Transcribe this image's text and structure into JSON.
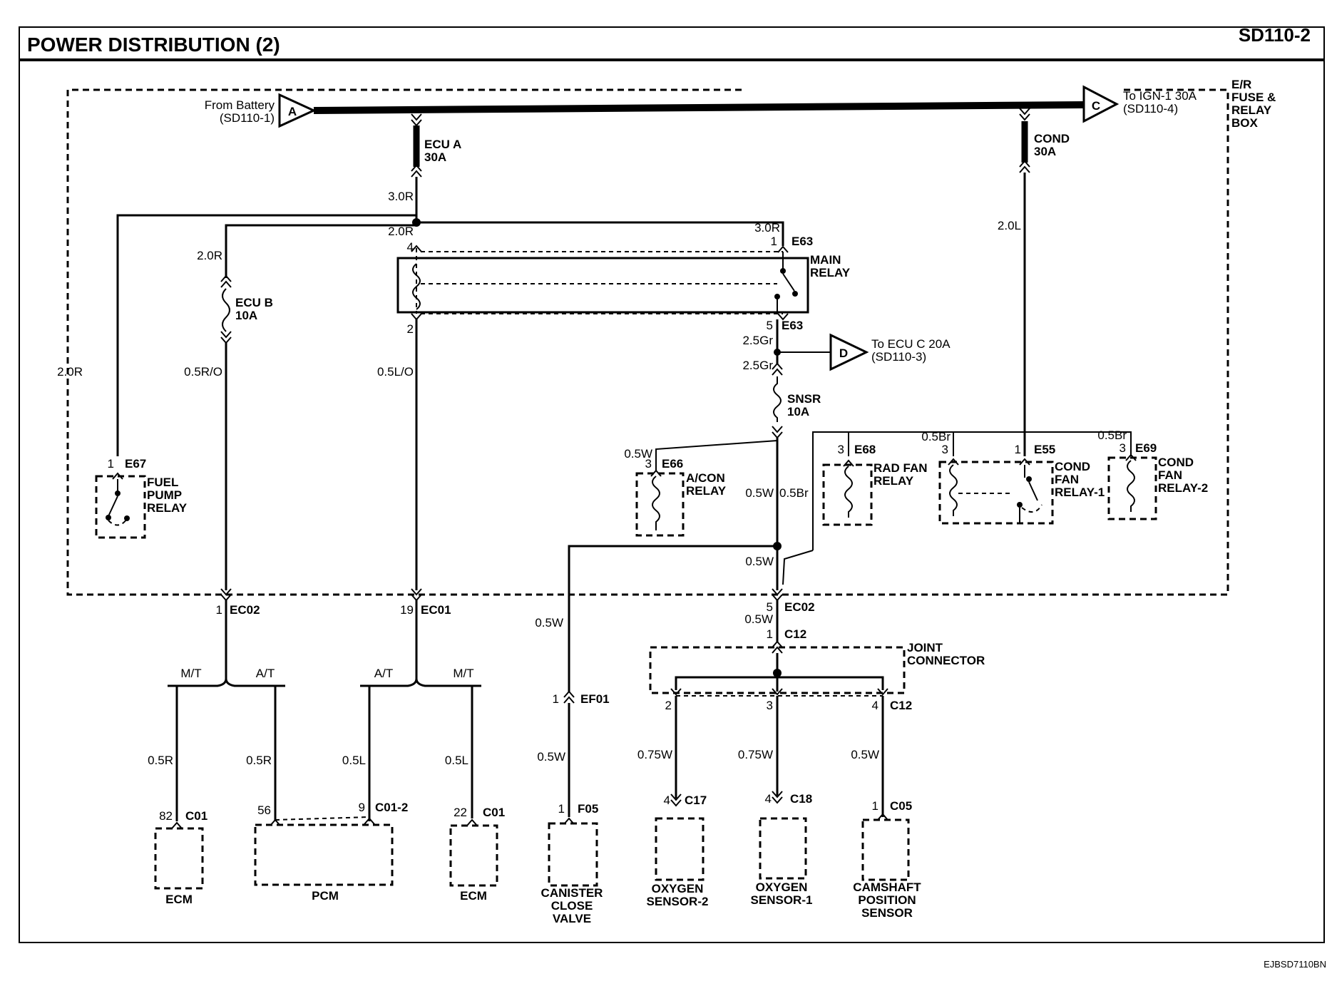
{
  "header": {
    "title": "POWER DISTRIBUTION (2)",
    "code": "SD110-2"
  },
  "footer": {
    "image_code": "EJBSD7110BN"
  },
  "box_label": [
    "E/R",
    "FUSE &",
    "RELAY",
    "BOX"
  ],
  "connectors": {
    "a": {
      "letter": "A",
      "label": [
        "From Battery",
        "(SD110-1)"
      ]
    },
    "c": {
      "letter": "C",
      "label": [
        "To IGN-1 30A",
        "(SD110-4)"
      ]
    },
    "d": {
      "letter": "D",
      "label": [
        "To ECU C 20A",
        "(SD110-3)"
      ]
    }
  },
  "fuses": {
    "ecu_a": [
      "ECU A",
      "30A"
    ],
    "cond": [
      "COND",
      "30A"
    ],
    "ecu_b": [
      "ECU B",
      "10A"
    ],
    "snsr": [
      "SNSR",
      "10A"
    ]
  },
  "wires": {
    "w30r": "3.0R",
    "w20r_a": "2.0R",
    "w30r_b": "3.0R",
    "w20r_left": "2.0R",
    "w20r_fp": "2.0R",
    "w05ro": "0.5R/O",
    "w05lo": "0.5L/O",
    "w20l": "2.0L",
    "w25gr_a": "2.5Gr",
    "w25gr_b": "2.5Gr",
    "w05w_acon": "0.5W",
    "w05br_a": "0.5Br",
    "w05br_b": "0.5Br",
    "w05w_mid": "0.5W",
    "w05br_mid": "0.5Br",
    "w05w_junc": "0.5W",
    "w05w_ec02": "0.5W",
    "w05w_ef01": "0.5W",
    "w05w_f05": "0.5W",
    "w075w_a": "0.75W",
    "w075w_b": "0.75W",
    "w05w_c05": "0.5W",
    "w05r_a": "0.5R",
    "w05r_b": "0.5R",
    "w05l_a": "0.5L",
    "w05l_b": "0.5L",
    "mt_a": "M/T",
    "at_a": "A/T",
    "at_b": "A/T",
    "mt_b": "M/T"
  },
  "pins": {
    "main_relay_4": "4",
    "main_relay_2": "2",
    "e63_1": "1",
    "e63_5": "5",
    "e67_1": "1",
    "e66_3": "3",
    "e68_3": "3",
    "e55_3": "3",
    "e55_1": "1",
    "e69_3": "3",
    "ec02_1": "1",
    "ec01_19": "19",
    "ec02_5": "5",
    "c12_1": "1",
    "c12_2": "2",
    "c12_3": "3",
    "c12_4": "4",
    "ef01_1": "1",
    "c01_82": "82",
    "c01_56": "56",
    "c012_9": "9",
    "c01_22": "22",
    "f05_1": "1",
    "c17_4": "4",
    "c18_4": "4",
    "c05_1": "1"
  },
  "connector_ids": {
    "e63_top": "E63",
    "e63_bot": "E63",
    "e67": "E67",
    "e66": "E66",
    "e68": "E68",
    "e55": "E55",
    "e69": "E69",
    "ec02_left": "EC02",
    "ec01": "EC01",
    "ec02_right": "EC02",
    "c12_top": "C12",
    "c12_right": "C12",
    "ef01": "EF01",
    "c01_a": "C01",
    "c012": "C01-2",
    "c01_b": "C01",
    "f05": "F05",
    "c17": "C17",
    "c18": "C18",
    "c05": "C05"
  },
  "relays": {
    "main": [
      "MAIN",
      "RELAY"
    ],
    "fuel_pump": [
      "FUEL",
      "PUMP",
      "RELAY"
    ],
    "acon": [
      "A/CON",
      "RELAY"
    ],
    "rad_fan": [
      "RAD FAN",
      "RELAY"
    ],
    "cond_fan_1": [
      "COND",
      "FAN",
      "RELAY-1"
    ],
    "cond_fan_2": [
      "COND",
      "FAN",
      "RELAY-2"
    ]
  },
  "joint_connector": [
    "JOINT",
    "CONNECTOR"
  ],
  "components": {
    "ecm_a": [
      "ECM"
    ],
    "pcm": [
      "PCM"
    ],
    "ecm_b": [
      "ECM"
    ],
    "canister": [
      "CANISTER",
      "CLOSE",
      "VALVE"
    ],
    "o2_2": [
      "OXYGEN",
      "SENSOR-2"
    ],
    "o2_1": [
      "OXYGEN",
      "SENSOR-1"
    ],
    "cam": [
      "CAMSHAFT",
      "POSITION",
      "SENSOR"
    ]
  }
}
